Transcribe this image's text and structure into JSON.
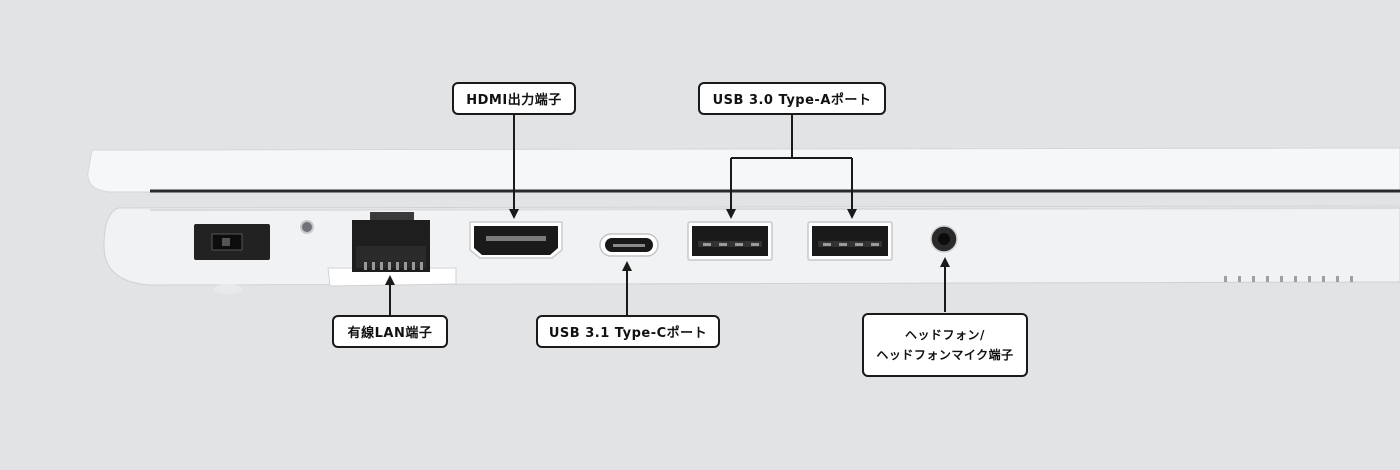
{
  "labels": {
    "hdmi": "HDMI出力端子",
    "usb_a": "USB 3.0 Type-Aポート",
    "lan": "有線LAN端子",
    "usb_c": "USB 3.1 Type-Cポート",
    "headphone_line1": "ヘッドフォン/",
    "headphone_line2": "ヘッドフォンマイク端子"
  },
  "colors": {
    "background": "#e1e3e5",
    "chassis": "#f4f5f6",
    "port": "#1c1c1c",
    "callout_border": "#1a1a1a"
  }
}
